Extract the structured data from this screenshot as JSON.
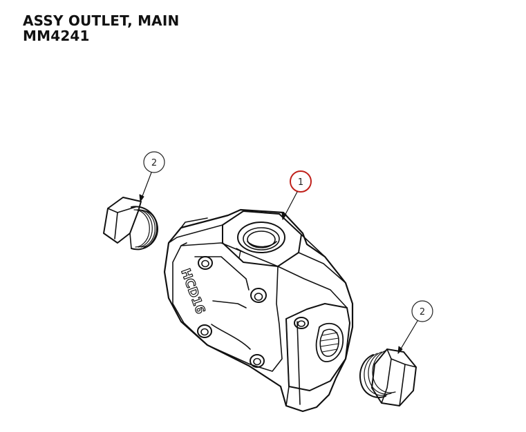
{
  "title": {
    "line1": "ASSY OUTLET, MAIN",
    "line2": "MM4241"
  },
  "balloons": [
    {
      "id": "balloon-part-1",
      "label": "1",
      "highlight": true
    },
    {
      "id": "balloon-part-2-left",
      "label": "2",
      "highlight": false
    },
    {
      "id": "balloon-part-2-right",
      "label": "2",
      "highlight": false
    }
  ],
  "casting_marking": "HCD16",
  "colors": {
    "line": "#111111",
    "highlight": "#c0201a",
    "background": "#ffffff"
  }
}
